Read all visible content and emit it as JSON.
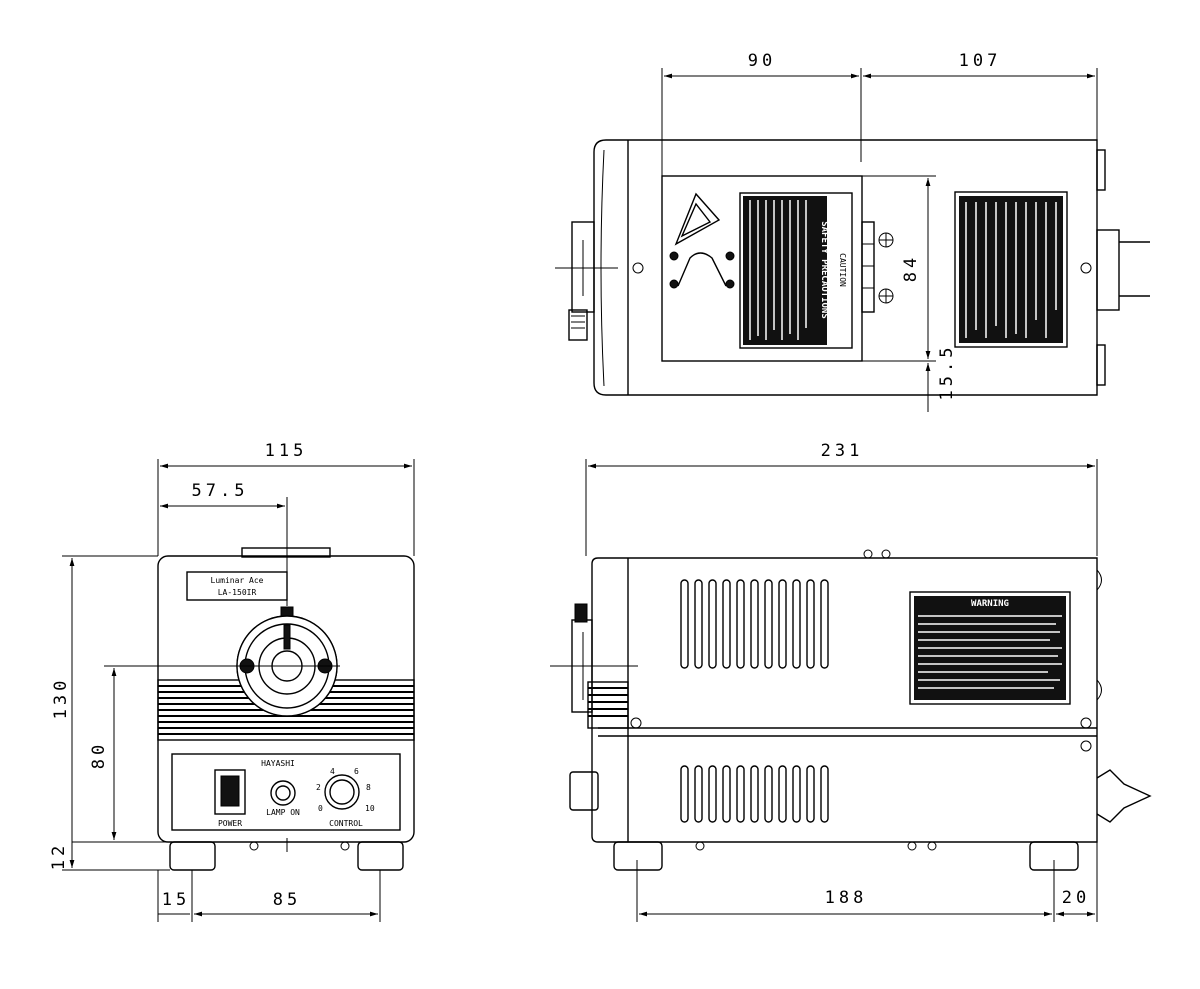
{
  "dimensions": {
    "front_width": "115",
    "front_center": "57.5",
    "front_height": "130",
    "front_lens_height": "80",
    "front_foot_height": "12",
    "front_foot_offset": "15",
    "front_foot_span": "85",
    "side_length": "231",
    "side_foot_span": "188",
    "side_rear": "20",
    "top_front": "90",
    "top_rear": "107",
    "top_depth": "84",
    "top_offset": "15.5"
  },
  "front_panel": {
    "brand_line1": "Luminar Ace",
    "brand_line2": "LA-150IR",
    "maker": "HAYASHI",
    "power_label": "POWER",
    "lamp_label": "LAMP ON",
    "control_label": "CONTROL",
    "dial_min": "0",
    "dial_max": "10",
    "dial_2": "2",
    "dial_4": "4",
    "dial_6": "6",
    "dial_8": "8"
  },
  "top_labels": {
    "caution_title": "CAUTION",
    "safety_title": "SAFETY PRECAUTIONS"
  },
  "side_label": {
    "header": "WARNING"
  }
}
